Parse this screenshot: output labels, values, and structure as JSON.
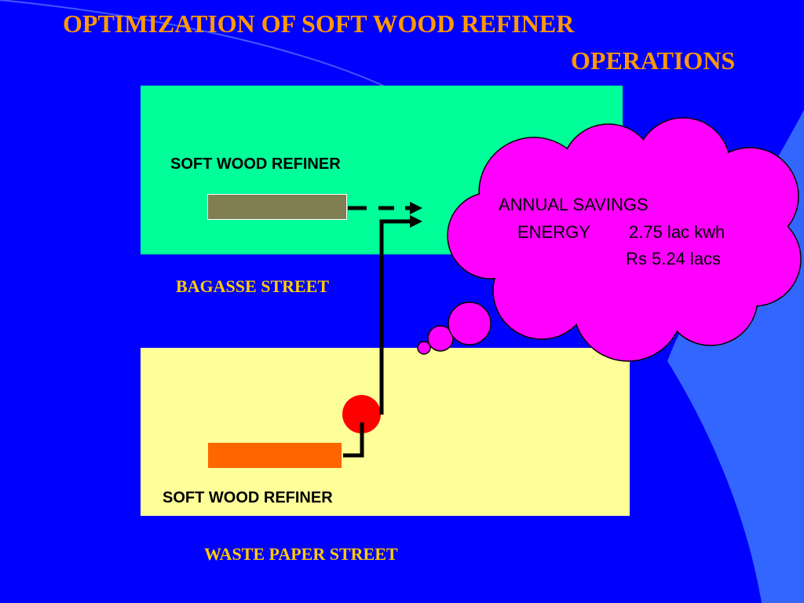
{
  "title": {
    "line1": "OPTIMIZATION OF SOFT WOOD REFINER",
    "line2": "OPERATIONS"
  },
  "top_section": {
    "refiner_label": "SOFT WOOD REFINER",
    "street_label": "BAGASSE STREET"
  },
  "bottom_section": {
    "refiner_label": "SOFT WOOD REFINER",
    "street_label": "WASTE PAPER STREET"
  },
  "savings": {
    "heading": "ANNUAL SAVINGS",
    "energy_label": "ENERGY",
    "energy_value": "2.75 lac kwh",
    "money_value": "Rs  5.24 lacs"
  },
  "colors": {
    "background": "#0000ff",
    "title": "#ff9900",
    "street_label": "#ffcc00",
    "top_panel": "#00ff99",
    "bottom_panel": "#ffff99",
    "top_refiner": "#7f7f52",
    "bottom_refiner": "#ff6600",
    "pump": "#ff0000",
    "cloud": "#ff00ff"
  }
}
